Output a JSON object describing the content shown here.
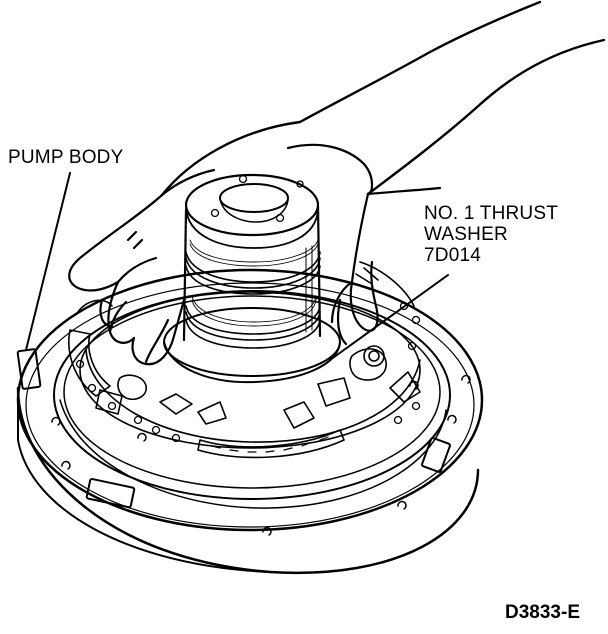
{
  "labels": {
    "pump_body": "PUMP BODY",
    "washer_line1": "NO. 1 THRUST",
    "washer_line2": "WASHER",
    "washer_line3": "7D014"
  },
  "figure_id": "D3833-E",
  "colors": {
    "ink": "#000000",
    "paper": "#ffffff"
  }
}
